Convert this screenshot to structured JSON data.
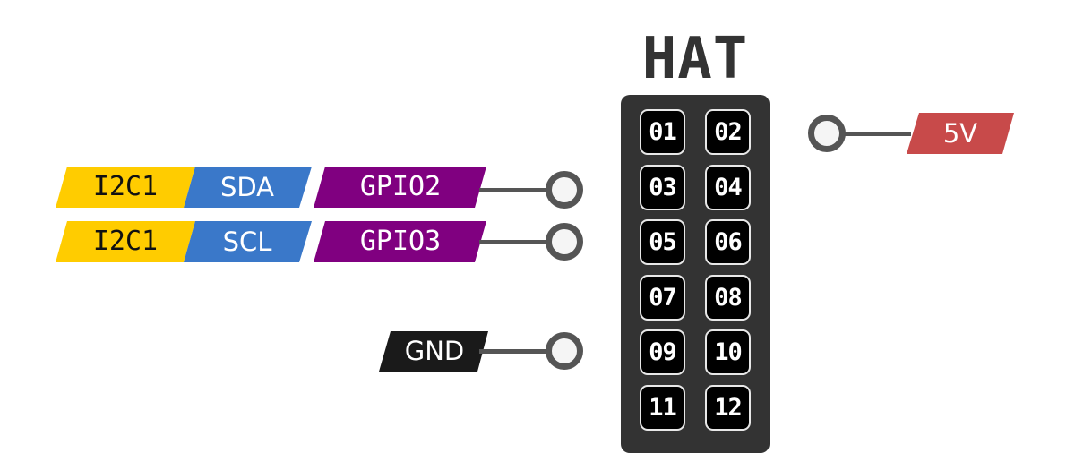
{
  "header": {
    "title": "HAT"
  },
  "colors": {
    "board": "#333333",
    "pin_bg": "#000000",
    "pin_border": "#e8e8e8",
    "wire": "#555555",
    "i2c": "#ffcc00",
    "i2c_signal": "#3a78c9",
    "gpio": "#800080",
    "ground": "#1a1a1a",
    "power_5v": "#c84a4a"
  },
  "board": {
    "pins": [
      "01",
      "02",
      "03",
      "04",
      "05",
      "06",
      "07",
      "08",
      "09",
      "10",
      "11",
      "12"
    ]
  },
  "connections": [
    {
      "pin": "01",
      "side": "left",
      "labels": []
    },
    {
      "pin": "02",
      "side": "right",
      "labels": [
        {
          "text": "5V",
          "type": "power"
        }
      ]
    },
    {
      "pin": "03",
      "side": "left",
      "labels": [
        {
          "text": "I2C1",
          "type": "i2c"
        },
        {
          "text": "SDA",
          "type": "i2c-signal"
        },
        {
          "text": "GPIO2",
          "type": "gpio"
        }
      ]
    },
    {
      "pin": "05",
      "side": "left",
      "labels": [
        {
          "text": "I2C1",
          "type": "i2c"
        },
        {
          "text": "SCL",
          "type": "i2c-signal"
        },
        {
          "text": "GPIO3",
          "type": "gpio"
        }
      ]
    },
    {
      "pin": "09",
      "side": "left",
      "labels": [
        {
          "text": "GND",
          "type": "ground"
        }
      ]
    }
  ],
  "labels": {
    "pin02_power": "5V",
    "pin03_bus": "I2C1",
    "pin03_signal": "SDA",
    "pin03_gpio": "GPIO2",
    "pin05_bus": "I2C1",
    "pin05_signal": "SCL",
    "pin05_gpio": "GPIO3",
    "pin09_ground": "GND"
  }
}
